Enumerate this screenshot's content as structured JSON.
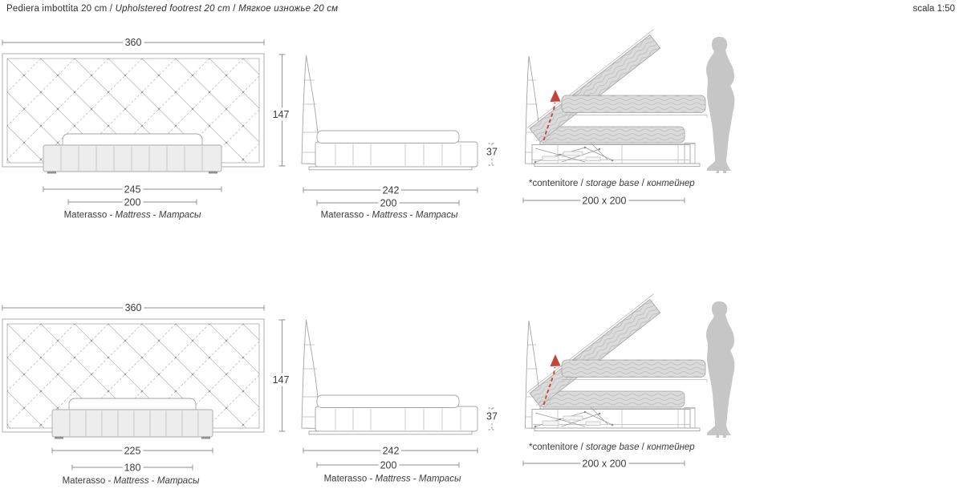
{
  "header": {
    "title_it": "Pediera imbottita 20 cm",
    "title_en": "Upholstered footrest 20 cm",
    "title_ru": "Мягкое изножье 20 см",
    "sep": " / ",
    "scale": "scala 1:50"
  },
  "labels": {
    "mattress_it": "Materasso",
    "mattress_en": "Mattress",
    "mattress_ru": "Матрасы",
    "dash": " - ",
    "storage_it": "*contenitore",
    "storage_en": "storage base",
    "storage_ru": "контейнер",
    "slash": " / "
  },
  "rows": [
    {
      "front": {
        "width": "360",
        "height": "147",
        "bed_width": "245",
        "mattress_width": "200"
      },
      "side": {
        "length": "242",
        "mattress_length": "200",
        "base_height": "37"
      },
      "storage": {
        "size": "200 x 200"
      }
    },
    {
      "front": {
        "width": "360",
        "height": "147",
        "bed_width": "225",
        "mattress_width": "180"
      },
      "side": {
        "length": "242",
        "mattress_length": "200",
        "base_height": "37"
      },
      "storage": {
        "size": "200 x 200"
      }
    }
  ]
}
